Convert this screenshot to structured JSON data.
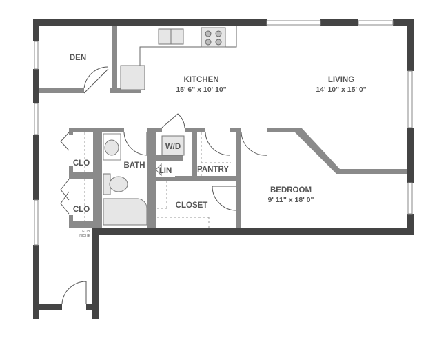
{
  "colors": {
    "exterior_wall": "#444444",
    "interior_wall": "#8a8a8a",
    "fixture_fill": "#e6e6e6",
    "label": "#555555"
  },
  "rooms": [
    {
      "id": "den",
      "name": "DEN"
    },
    {
      "id": "kitchen",
      "name": "KITCHEN",
      "dimensions": "15' 6\" x 10' 10\""
    },
    {
      "id": "living",
      "name": "LIVING",
      "dimensions": "14' 10\" x 15' 0\""
    },
    {
      "id": "bedroom",
      "name": "BEDROOM",
      "dimensions": "9' 11\" x 18' 0\""
    },
    {
      "id": "bath",
      "name": "BATH"
    },
    {
      "id": "closet",
      "name": "CLOSET"
    },
    {
      "id": "pantry",
      "name": "PANTRY"
    },
    {
      "id": "linen",
      "name": "LIN"
    },
    {
      "id": "washer-dryer",
      "name": "W/D"
    },
    {
      "id": "closet-1",
      "name": "CLO"
    },
    {
      "id": "closet-2",
      "name": "CLO"
    }
  ],
  "tech_niche": [
    "TECH",
    "NICHE"
  ]
}
